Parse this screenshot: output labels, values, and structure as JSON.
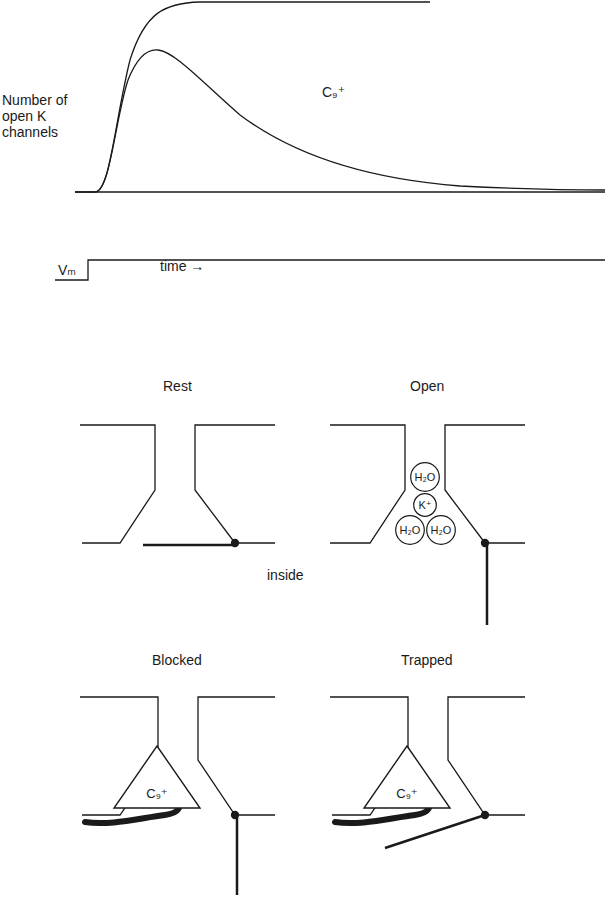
{
  "diagram": {
    "nodes": [
      {
        "text": [
          "H₂O"
        ]
      },
      {
        "text": [
          "K⁺"
        ]
      },
      {
        "text": [
          "H₂O"
        ]
      },
      {
        "text": [
          "H₂O"
        ]
      },
      {
        "text": [
          "C₉⁺"
        ]
      },
      {
        "text": [
          "C₉⁺"
        ]
      }
    ],
    "labels": [
      "Number of open K channels",
      "C₉⁺",
      "Vₘ",
      "time →",
      "Rest",
      "Open",
      "inside",
      "Blocked",
      "Trapped"
    ]
  }
}
